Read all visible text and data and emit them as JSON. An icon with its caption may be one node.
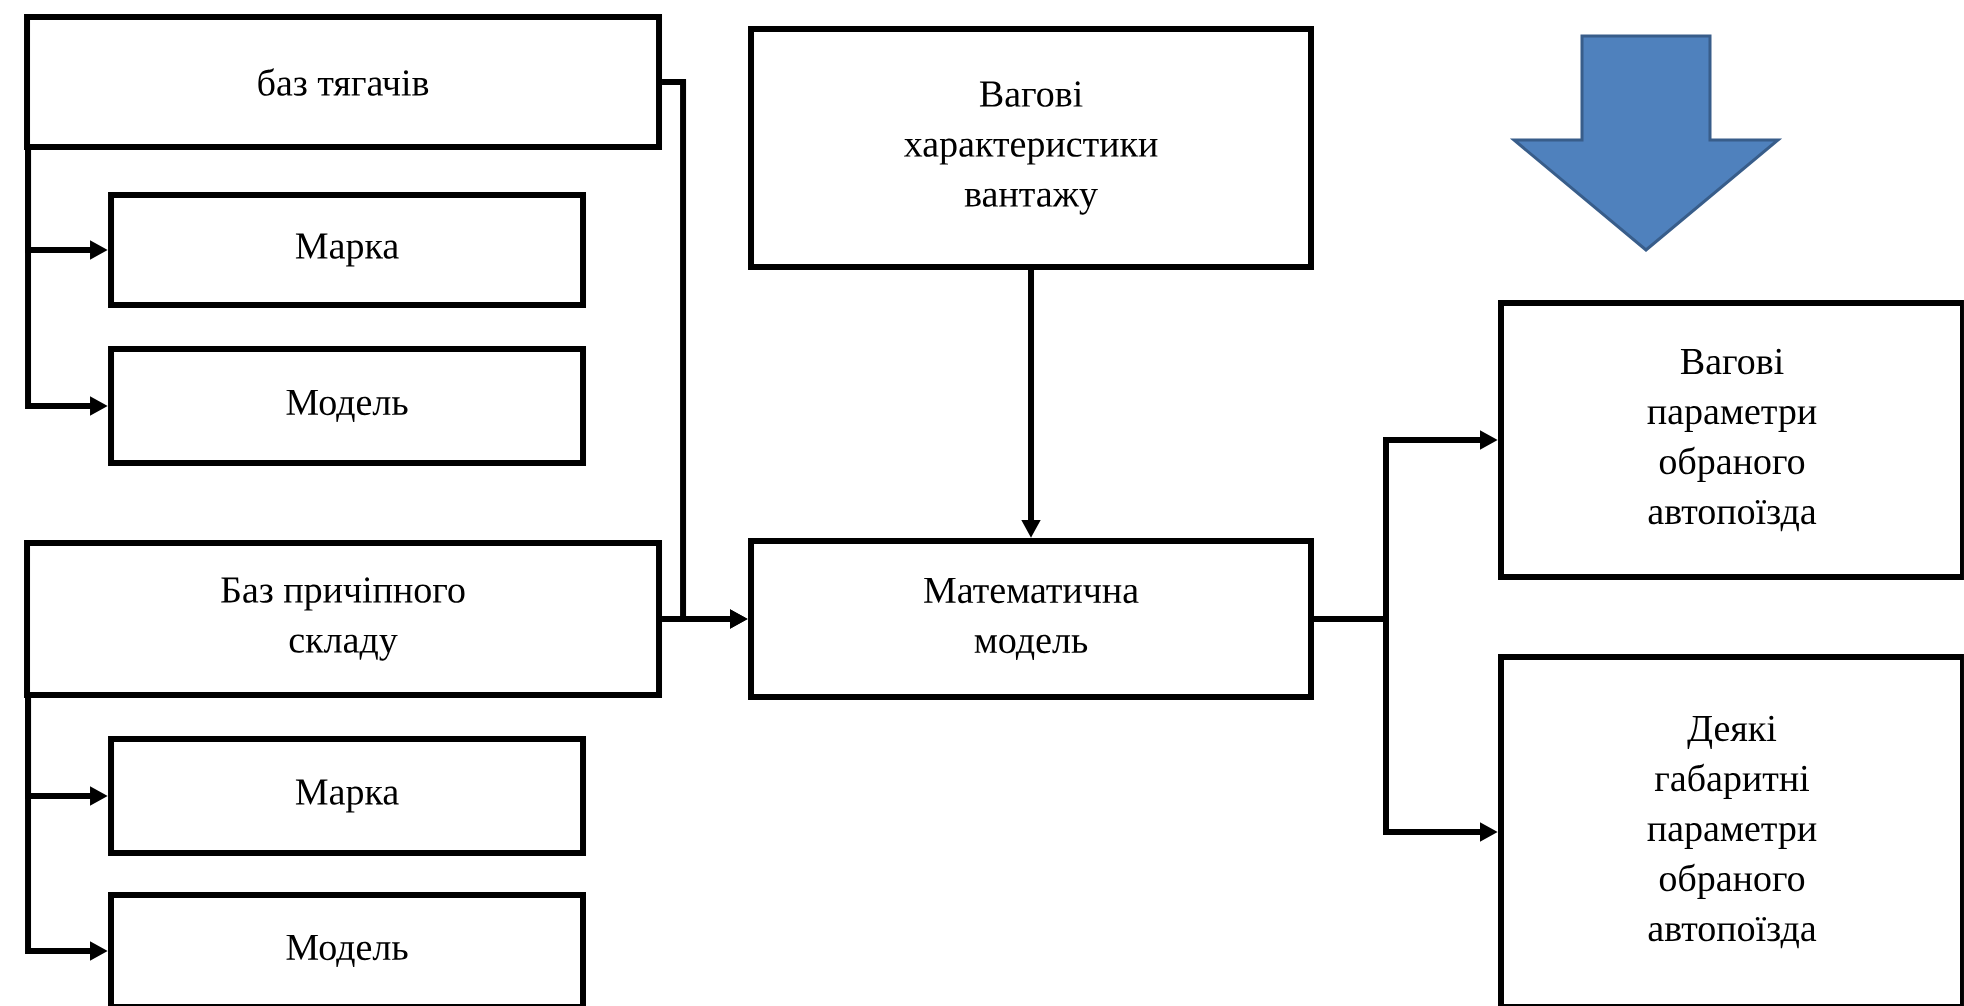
{
  "diagram": {
    "nodes": [
      {
        "text": [
          "баз тягачів"
        ]
      },
      {
        "text": [
          "Марка"
        ]
      },
      {
        "text": [
          "Модель"
        ]
      },
      {
        "text": [
          "Баз причіпного складу"
        ]
      },
      {
        "text": [
          "Марка"
        ]
      },
      {
        "text": [
          "Модель"
        ]
      },
      {
        "text": [
          "Вагові характеристики вантажу"
        ]
      },
      {
        "text": [
          "Математична модель"
        ]
      },
      {
        "text": [
          "Вагові параметри обраного автопоїзда"
        ]
      },
      {
        "text": [
          "Деякі габаритні параметри обраного автопоїзда"
        ]
      }
    ],
    "edges": [
      {
        "from": 0,
        "to": 1,
        "arrow": "to"
      },
      {
        "from": 0,
        "to": 2,
        "arrow": "to"
      },
      {
        "from": 3,
        "to": 4,
        "arrow": "to"
      },
      {
        "from": 3,
        "to": 5,
        "arrow": "to"
      },
      {
        "from": 0,
        "to": 7,
        "arrow": "to"
      },
      {
        "from": 3,
        "to": 7,
        "arrow": "to"
      },
      {
        "from": 6,
        "to": 7,
        "arrow": "to"
      },
      {
        "from": 7,
        "to": 8,
        "arrow": "to"
      },
      {
        "from": 7,
        "to": 9,
        "arrow": "to"
      }
    ]
  }
}
